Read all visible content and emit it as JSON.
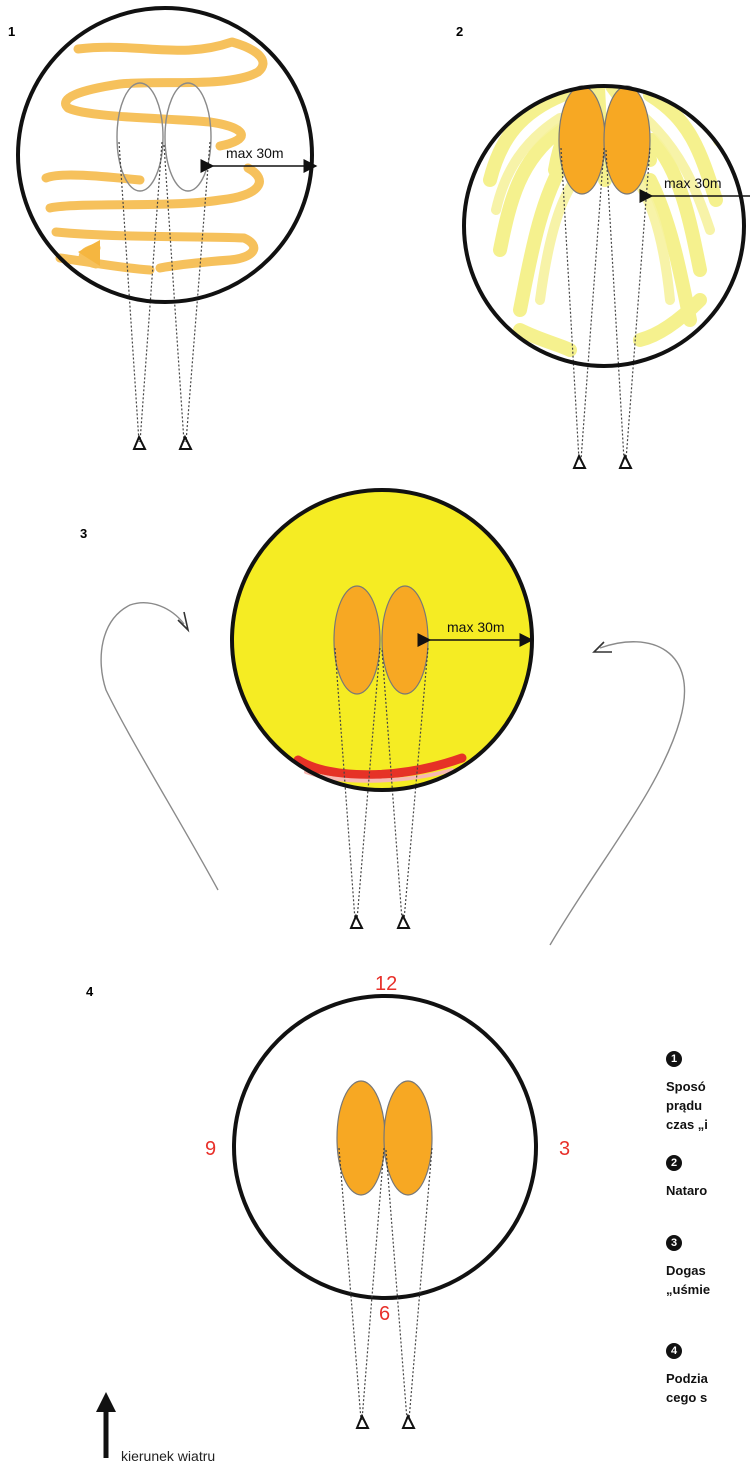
{
  "panels": [
    {
      "number": "1",
      "distance_label": "max 30m"
    },
    {
      "number": "2",
      "distance_label": "max 30m"
    },
    {
      "number": "3",
      "distance_label": "max 30m"
    },
    {
      "number": "4",
      "clock": {
        "top": "12",
        "right": "3",
        "bottom": "6",
        "left": "9"
      }
    }
  ],
  "legend": [
    {
      "number": "1",
      "text": "Sposó\nprądu\nczas „i"
    },
    {
      "number": "2",
      "text": "Nataro"
    },
    {
      "number": "3",
      "text": "Dogas\n„uśmie"
    },
    {
      "number": "4",
      "text": "Podzia\ncego s"
    }
  ],
  "wind_label": "kierunek wiatru",
  "colors": {
    "envelope": "#f7a823",
    "spray_trace": "#f5b640",
    "burn_fill": "#f5ec23",
    "pale_burn": "#f3ee7a",
    "smile_red": "#e63226",
    "clock_red": "#e8302a",
    "outline": "#111111"
  }
}
